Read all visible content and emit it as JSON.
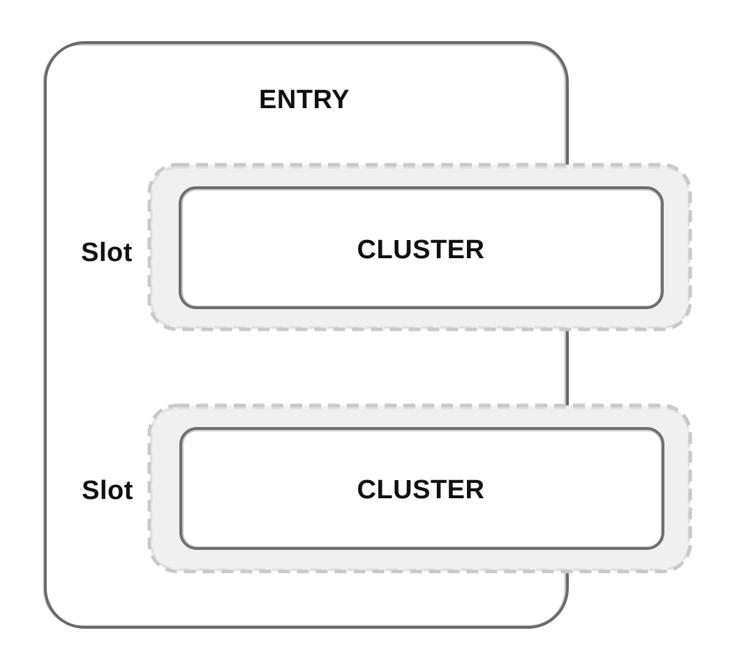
{
  "diagram": {
    "entry": {
      "label": "ENTRY"
    },
    "slots": [
      {
        "label": "Slot",
        "cluster_label": "CLUSTER"
      },
      {
        "label": "Slot",
        "cluster_label": "CLUSTER"
      }
    ],
    "colors": {
      "background": "#ffffff",
      "outer_stroke": "#6a6a6a",
      "cluster_stroke": "#6f6f6f",
      "cluster_fill": "#ffffff",
      "slot_fill": "#f0f0f0",
      "slot_dash": "#c9c9c9",
      "text": "#111111"
    }
  }
}
